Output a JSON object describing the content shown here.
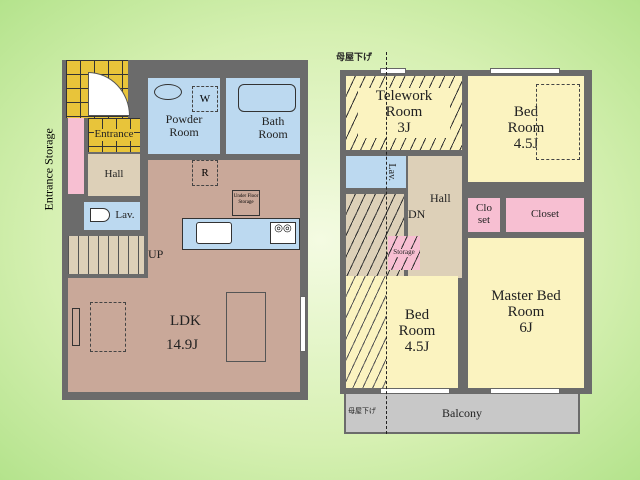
{
  "ground_floor": {
    "entrance_storage": "Entrance Storage",
    "entrance": "Entrance",
    "powder_room": "Powder Room",
    "washer_mark": "W",
    "bath_room": "Bath Room",
    "hall": "Hall",
    "fridge_mark": "R",
    "under_floor_storage": "Under Floor Storage",
    "lavatory": "Lav.",
    "stairs_up": "UP",
    "ldk": "LDK",
    "ldk_size": "14.9J"
  },
  "second_floor": {
    "eaves_note": "母屋下げ",
    "telework_room": "Telework Room",
    "telework_size": "3J",
    "bed_room_1": "Bed Room",
    "bed_room_1_size": "4.5J",
    "lavatory": "Lav.",
    "hall": "Hall",
    "stairs_down": "DN",
    "closet_small": "Clo set",
    "closet": "Closet",
    "storage": "Storage",
    "bed_room_2": "Bed Room",
    "bed_room_2_size": "4.5J",
    "master_bed_room": "Master Bed Room",
    "master_size": "6J",
    "balcony": "Balcony",
    "balcony_eaves_note": "母屋下げ"
  }
}
